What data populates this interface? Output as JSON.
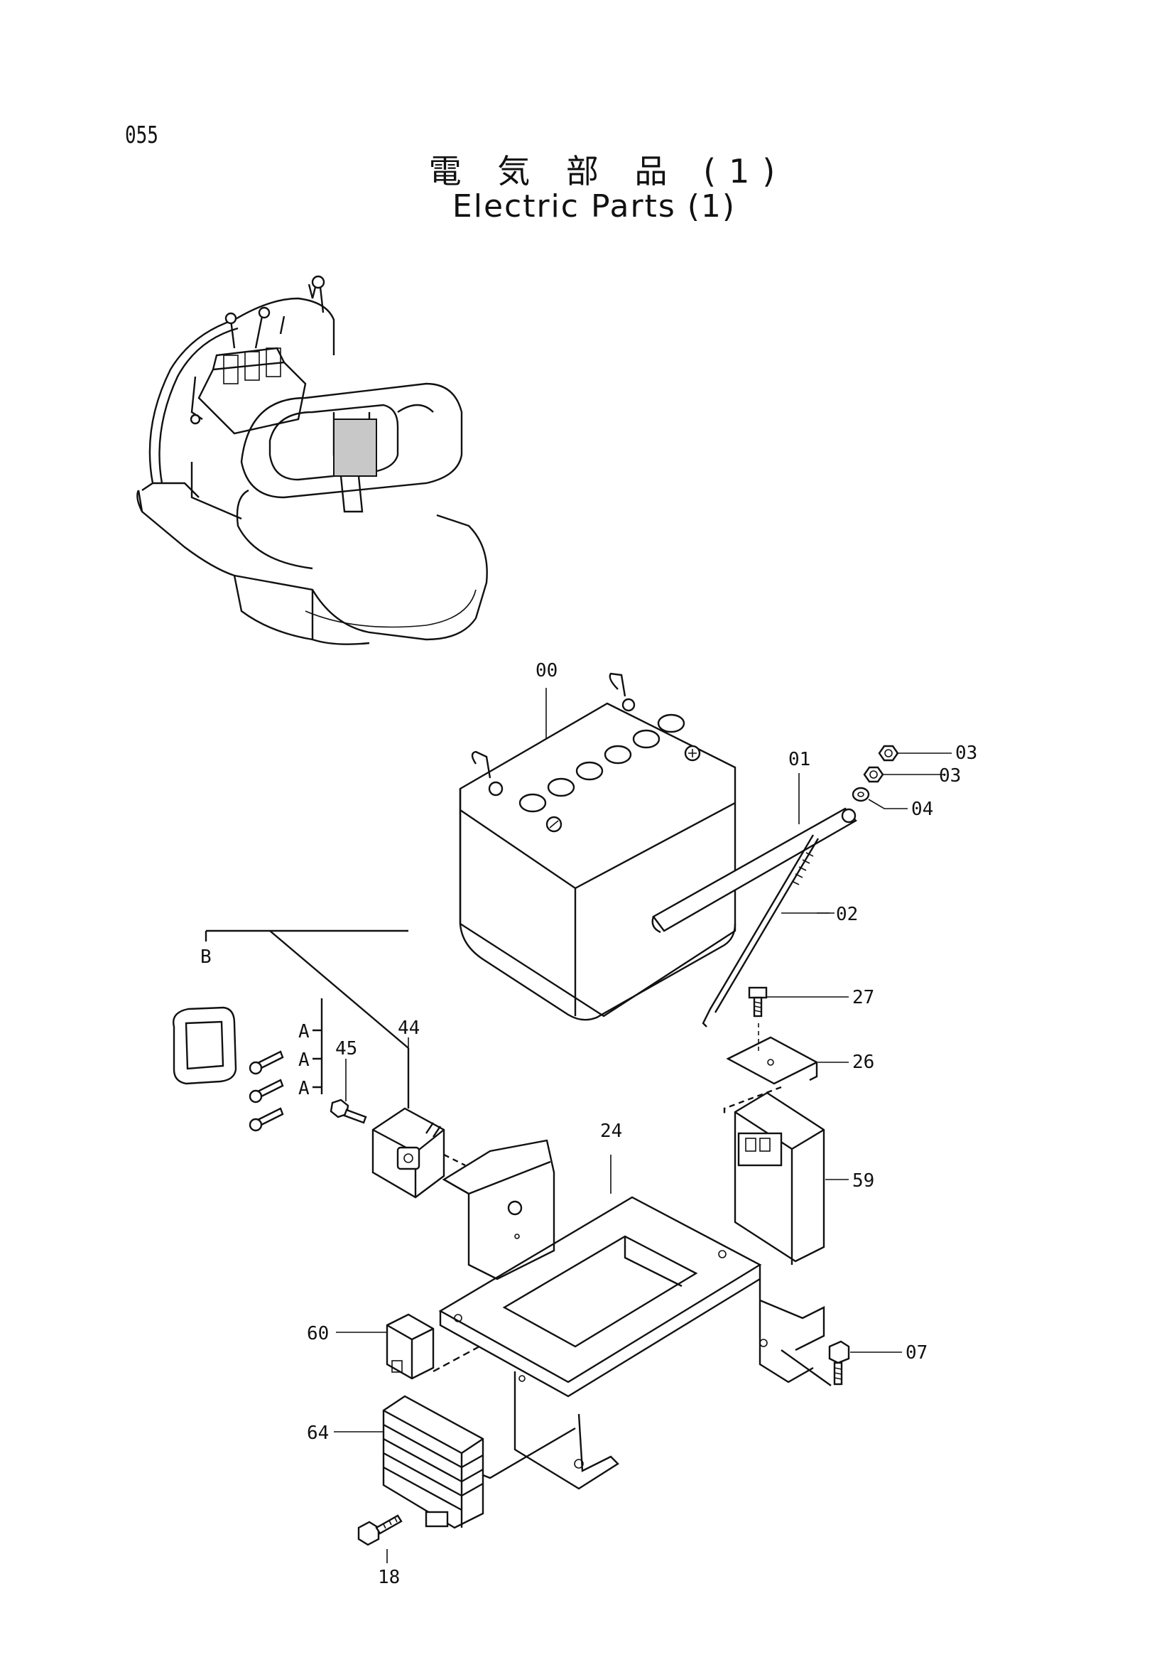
{
  "page": {
    "number": "055"
  },
  "title": {
    "japanese": "電 気 部 品 (1)",
    "english": "Electric Parts (1)"
  },
  "callouts": [
    {
      "id": "00"
    },
    {
      "id": "01"
    },
    {
      "id": "02"
    },
    {
      "id": "03a",
      "text": "03"
    },
    {
      "id": "03b",
      "text": "03"
    },
    {
      "id": "04"
    },
    {
      "id": "27"
    },
    {
      "id": "26"
    },
    {
      "id": "59"
    },
    {
      "id": "24"
    },
    {
      "id": "07"
    },
    {
      "id": "44"
    },
    {
      "id": "45"
    },
    {
      "id": "60"
    },
    {
      "id": "64"
    },
    {
      "id": "18"
    }
  ],
  "labels": {
    "c00": "00",
    "c01": "01",
    "c02": "02",
    "c03a": "03",
    "c03b": "03",
    "c04": "04",
    "c27": "27",
    "c26": "26",
    "c59": "59",
    "c24": "24",
    "c07": "07",
    "c44": "44",
    "c45": "45",
    "c60": "60",
    "c64": "64",
    "c18": "18",
    "refB": "B",
    "refA1": "A",
    "refA2": "A",
    "refA3": "A"
  }
}
